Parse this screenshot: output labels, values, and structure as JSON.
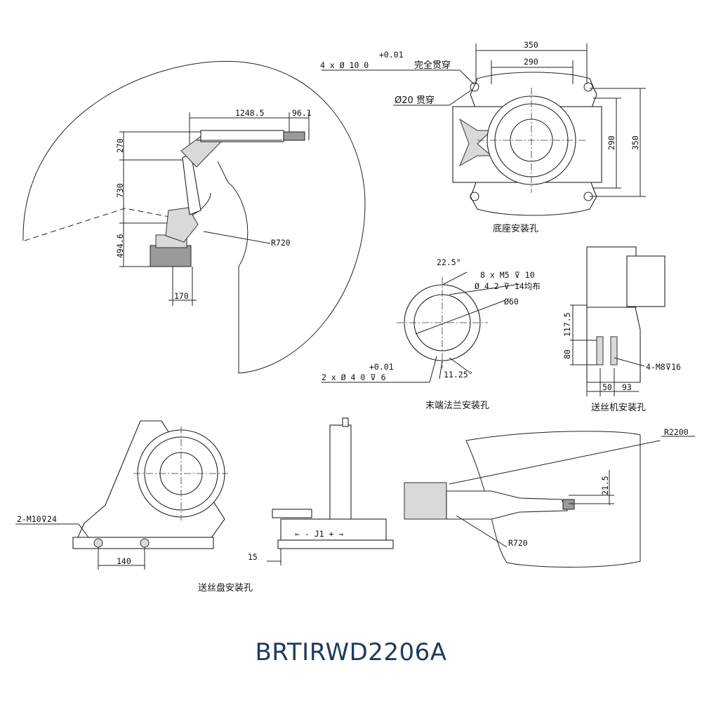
{
  "model": "BRTIRWD2206A",
  "reach_view": {
    "dims": [
      "1248.5",
      "96.1",
      "270",
      "730",
      "494.6",
      "170",
      "R720"
    ]
  },
  "base_view": {
    "tol_plus": "+0.01",
    "holes_callout": "4 x Ø 10   0",
    "through_full": "完全贯穿",
    "hole20": "Ø20 贯穿",
    "dims": [
      "350",
      "290",
      "290",
      "350"
    ],
    "caption": "底座安装孔"
  },
  "flange_view": {
    "angle1": "22.5°",
    "callout1": "8 x  M5 ⊽ 10",
    "callout2": "Ø 4.2 ⊽ 14均布",
    "dia": "Ø60",
    "tol_plus": "+0.01",
    "callout3": "2 x Ø 4   0   ⊽ 6",
    "angle2": "11.25°",
    "caption": "末端法兰安装孔"
  },
  "feeder_view": {
    "dims": [
      "117.5",
      "80",
      "50",
      "93"
    ],
    "callout": "4-M8⊽16",
    "caption": "送丝机安装孔"
  },
  "reel_view": {
    "callout": "2-M10⊽24",
    "dims": [
      "140",
      "15"
    ],
    "rail_label": "← - J1 + →",
    "caption": "送丝盘安装孔"
  },
  "top_view": {
    "dims": [
      "R2200",
      "21.5",
      "R720"
    ]
  }
}
